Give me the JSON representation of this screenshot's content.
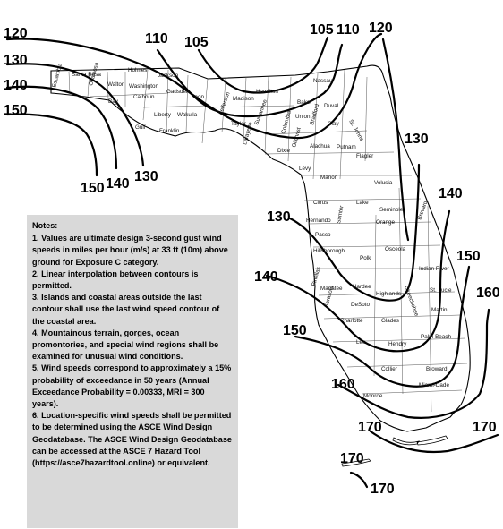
{
  "notes": {
    "title": "Notes:",
    "items": [
      "1.  Values are ultimate design 3-second gust wind speeds in miles per hour (m/s) at 33 ft (10m) above ground for Exposure C category.",
      "2.  Linear interpolation between contours is permitted.",
      "3.  Islands and coastal areas outside the last contour shall use the last wind speed contour of the coastal area.",
      "4.  Mountainous terrain, gorges, ocean promontories, and special wind regions shall be examined for unusual wind conditions.",
      "5.  Wind speeds correspond to approximately a 15% probability of exceedance in 50 years (Annual Exceedance Probability = 0.00333, MRI = 300 years).",
      "6.  Location-specific wind speeds shall be permitted to be determined using the ASCE Wind Design Geodatabase.  The ASCE Wind Design Geodatabase can be accessed at the ASCE 7 Hazard Tool (https://asce7hazardtool.online) or equivalent."
    ]
  },
  "contour_labels": [
    "120",
    "130",
    "140",
    "150",
    "150",
    "140",
    "130",
    "110",
    "105",
    "105",
    "110",
    "120",
    "130",
    "140",
    "130",
    "150",
    "140",
    "160",
    "150",
    "160",
    "170",
    "170",
    "170",
    "170"
  ],
  "counties": [
    "Escambia",
    "Santa Rosa",
    "Okaloosa",
    "Walton",
    "Holmes",
    "Washington",
    "Jackson",
    "Bay",
    "Calhoun",
    "Gadsden",
    "Leon",
    "Gulf",
    "Liberty",
    "Wakulla",
    "Franklin",
    "Jefferson",
    "Madison",
    "Hamilton",
    "Taylor",
    "Suwannee",
    "Lafayette",
    "Columbia",
    "Baker",
    "Nassau",
    "Duval",
    "Union",
    "Bradford",
    "Clay",
    "St. Johns",
    "Dixie",
    "Gilchrist",
    "Alachua",
    "Putnam",
    "Flagler",
    "Levy",
    "Marion",
    "Volusia",
    "Citrus",
    "Lake",
    "Seminole",
    "Sumter",
    "Hernando",
    "Orange",
    "Brevard",
    "Pasco",
    "Osceola",
    "Hillsborough",
    "Polk",
    "Indian River",
    "Pinellas",
    "Manatee",
    "Hardee",
    "Highlands",
    "Okeechobee",
    "St. Lucie",
    "Sarasota",
    "DeSoto",
    "Martin",
    "Charlotte",
    "Glades",
    "Palm Beach",
    "Lee",
    "Hendry",
    "Collier",
    "Broward",
    "Miami-Dade",
    "Monroe"
  ],
  "colors": {
    "contour": "#000000",
    "notes_background": "#d9d9d9",
    "county_line": "#555555"
  }
}
